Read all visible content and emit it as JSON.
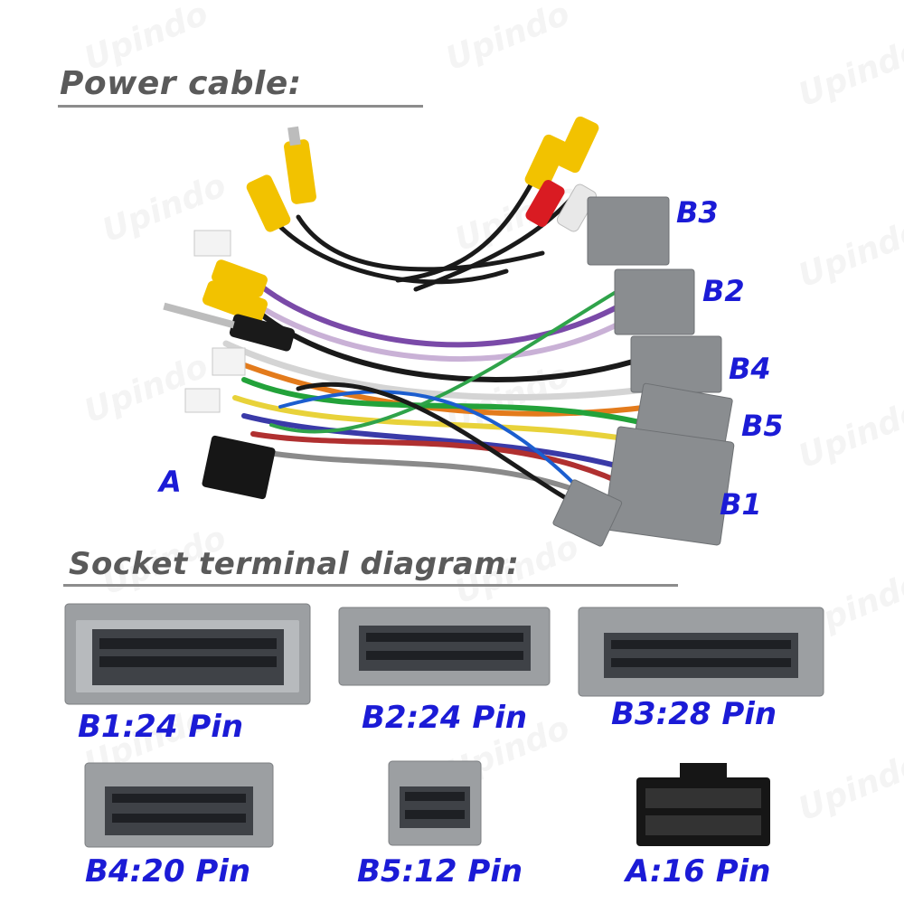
{
  "watermark": "Upindo",
  "power_title": "Power cable:",
  "socket_title": "Socket terminal diagram:",
  "harness_labels": {
    "b3": "B3",
    "b2": "B2",
    "b4": "B4",
    "b5": "B5",
    "b1": "B1",
    "a": "A"
  },
  "sockets": {
    "b1": "B1:24 Pin",
    "b2": "B2:24 Pin",
    "b3": "B3:28 Pin",
    "b4": "B4:20 Pin",
    "b5": "B5:12 Pin",
    "a": "A:16 Pin"
  },
  "colors": {
    "label_blue": "#1b1bd6",
    "title_gray": "#5a5a5a",
    "connector_gray": "#8a8d90",
    "rca_yellow": "#f2c200",
    "rca_red": "#d91b22",
    "rca_white": "#e8e8e8"
  }
}
